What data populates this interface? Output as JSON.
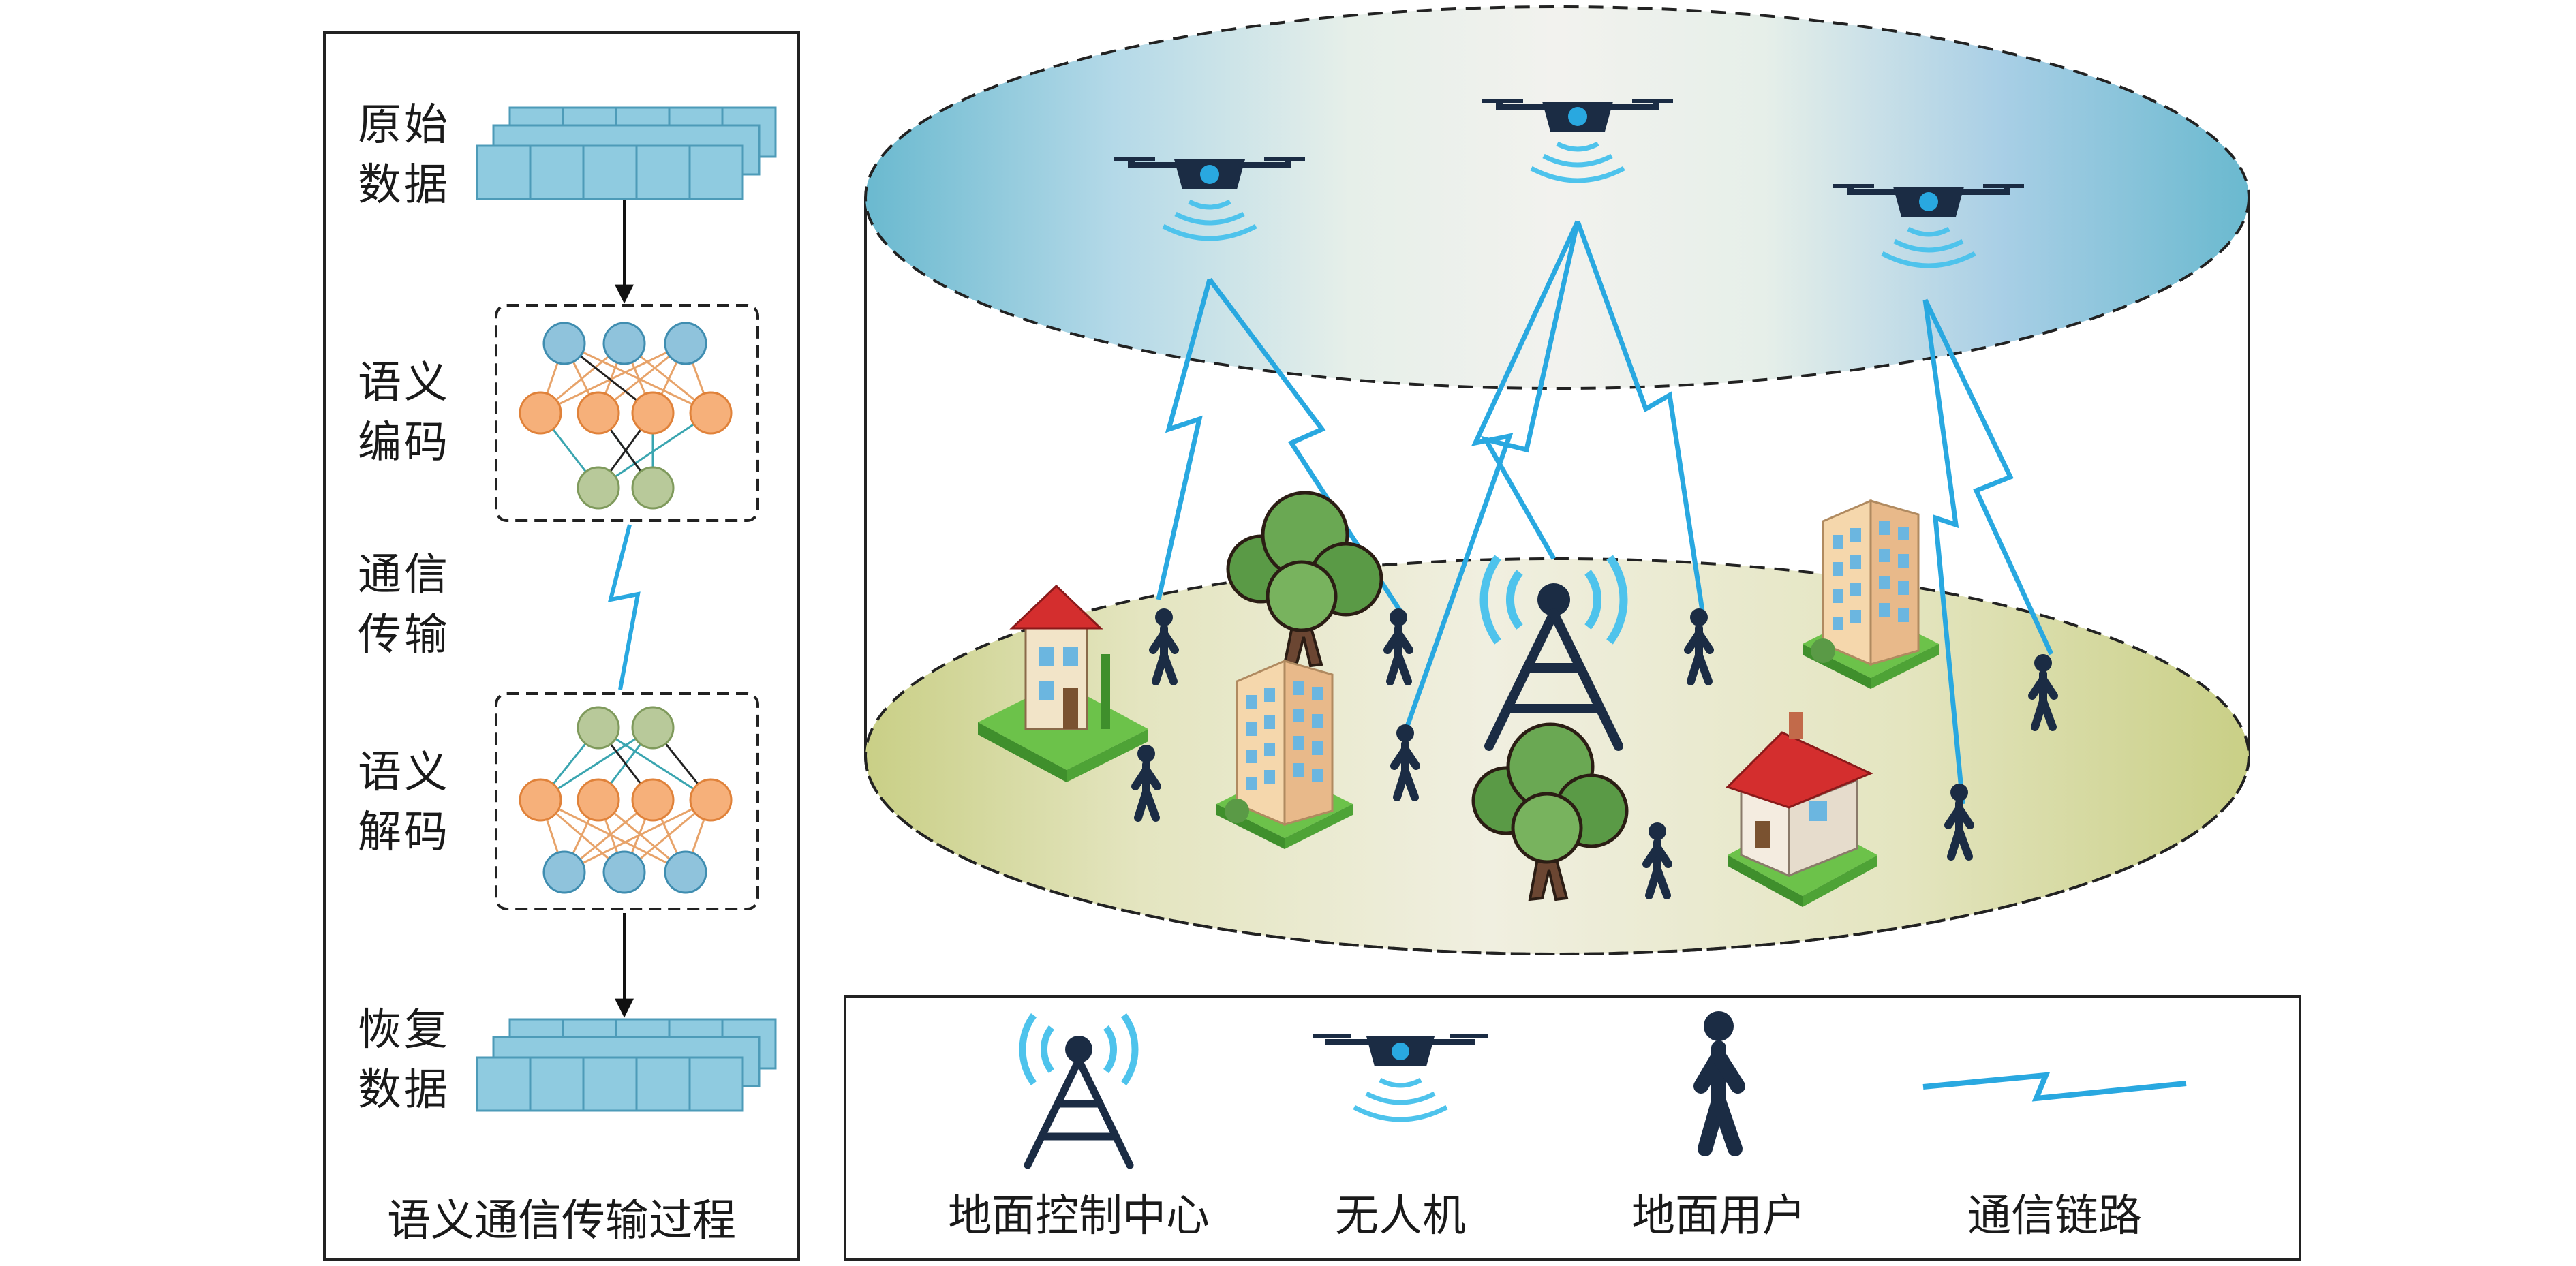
{
  "process_panel": {
    "title": "语义通信传输过程",
    "steps": [
      {
        "line1": "原始",
        "line2": "数据"
      },
      {
        "line1": "语义",
        "line2": "编码"
      },
      {
        "line1": "通信",
        "line2": "传输"
      },
      {
        "line1": "语义",
        "line2": "解码"
      },
      {
        "line1": "恢复",
        "line2": "数据"
      }
    ]
  },
  "legend": {
    "items": [
      {
        "icon": "tower-icon",
        "label": "地面控制中心"
      },
      {
        "icon": "drone-icon",
        "label": "无人机"
      },
      {
        "icon": "person-icon",
        "label": "地面用户"
      },
      {
        "icon": "link-icon",
        "label": "通信链路"
      }
    ]
  },
  "colors": {
    "node_blue": "#8fc3dc",
    "node_orange": "#f6b07a",
    "node_green": "#b8c99a",
    "link": "#29a8e0",
    "drone": "#1b2c44",
    "ground": "#d5dca8",
    "sky": "#b7dde8"
  }
}
